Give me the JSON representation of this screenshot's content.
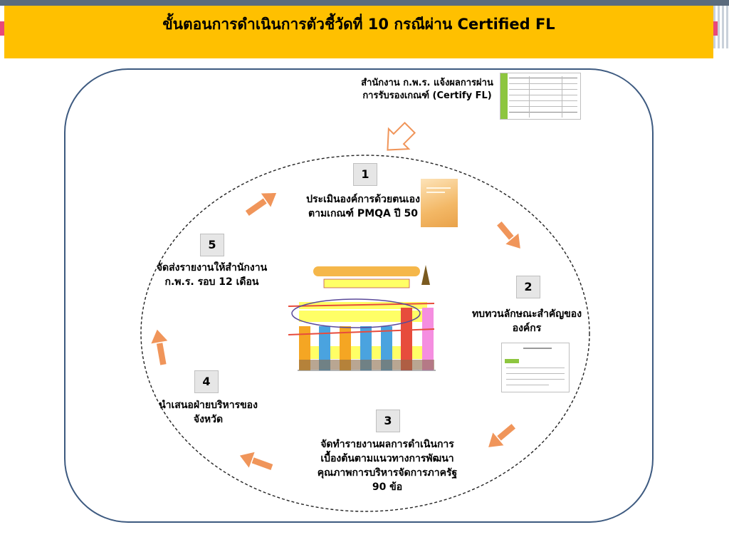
{
  "header": {
    "title": "ขั้นตอนการดำเนินการตัวชี้วัดที่ 10 กรณีผ่าน Certified FL"
  },
  "notice": {
    "text": "สำนักงาน ก.พ.ร. แจ้งผลการผ่านการรับรองเกณฑ์ (Certify FL)"
  },
  "steps": [
    {
      "number": "1",
      "text": "ประเมินองค์การด้วยตนเองตามเกณฑ์ PMQA ปี 50"
    },
    {
      "number": "2",
      "text": "ทบทวนลักษณะสำคัญขององค์กร"
    },
    {
      "number": "3",
      "text": "จัดทำรายงานผลการดำเนินการเบื้องต้นตามแนวทางการพัฒนาคุณภาพการบริหารจัดการภาครัฐ 90 ข้อ"
    },
    {
      "number": "4",
      "text": "นำเสนอฝ่ายบริหารของจังหวัด"
    },
    {
      "number": "5",
      "text": "จัดส่งรายงานให้สำนักงาน ก.พ.ร. รอบ 12 เดือน"
    }
  ],
  "colors": {
    "header": "#ffc000",
    "frame": "#3d5a80",
    "arrow": "#f0955a",
    "arrow_outline": "#ffffff",
    "badge": "#e6e6e6"
  }
}
